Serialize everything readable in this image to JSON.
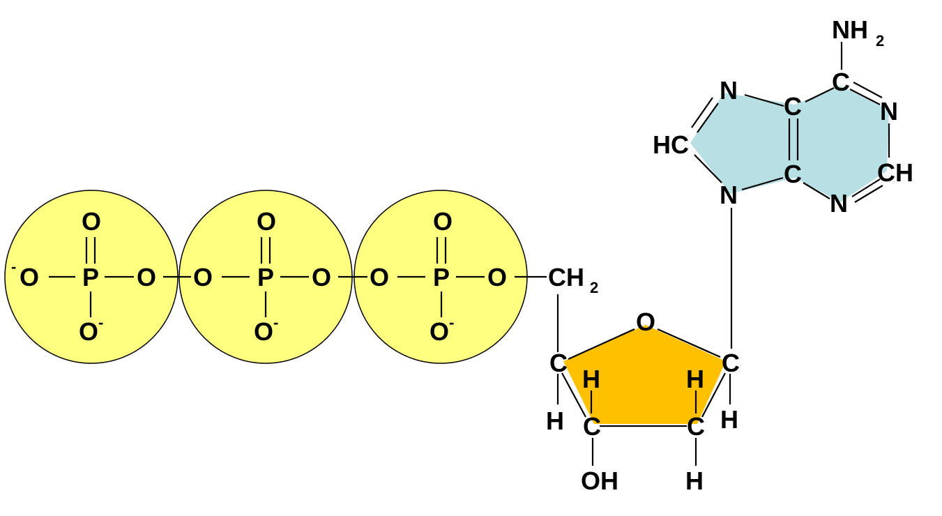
{
  "colors": {
    "phosphate_fill": "#FFFF80",
    "ribose_fill": "#FFC000",
    "base_fill": "#B8DFE3"
  },
  "phosphate1": {
    "o_top": "O",
    "o_left": "O",
    "o_left_charge": "-",
    "p": "P",
    "o_right": "O",
    "o_bottom": "O",
    "o_bottom_charge": "-"
  },
  "phosphate2": {
    "o_top": "O",
    "o_left": "O",
    "p": "P",
    "o_right": "O",
    "o_bottom": "O",
    "o_bottom_charge": "-"
  },
  "phosphate3": {
    "o_top": "O",
    "o_left": "O",
    "p": "P",
    "o_right": "O",
    "o_bottom": "O",
    "o_bottom_charge": "-"
  },
  "ribose": {
    "ch2": "CH",
    "ch2_sub": "2",
    "ring_o": "O",
    "c4": "C",
    "c4_h": "H",
    "c3": "C",
    "c3_h_up": "H",
    "c3_oh": "OH",
    "c2": "C",
    "c2_h_up": "H",
    "c2_h_down": "H",
    "c1": "C",
    "c1_h": "H"
  },
  "adenine": {
    "nh2": "NH",
    "nh2_sub": "2",
    "c6": "C",
    "n1": "N",
    "c2": "CH",
    "n3": "N",
    "c4": "C",
    "c5": "C",
    "n7": "N",
    "c8": "HC",
    "n9": "N"
  }
}
